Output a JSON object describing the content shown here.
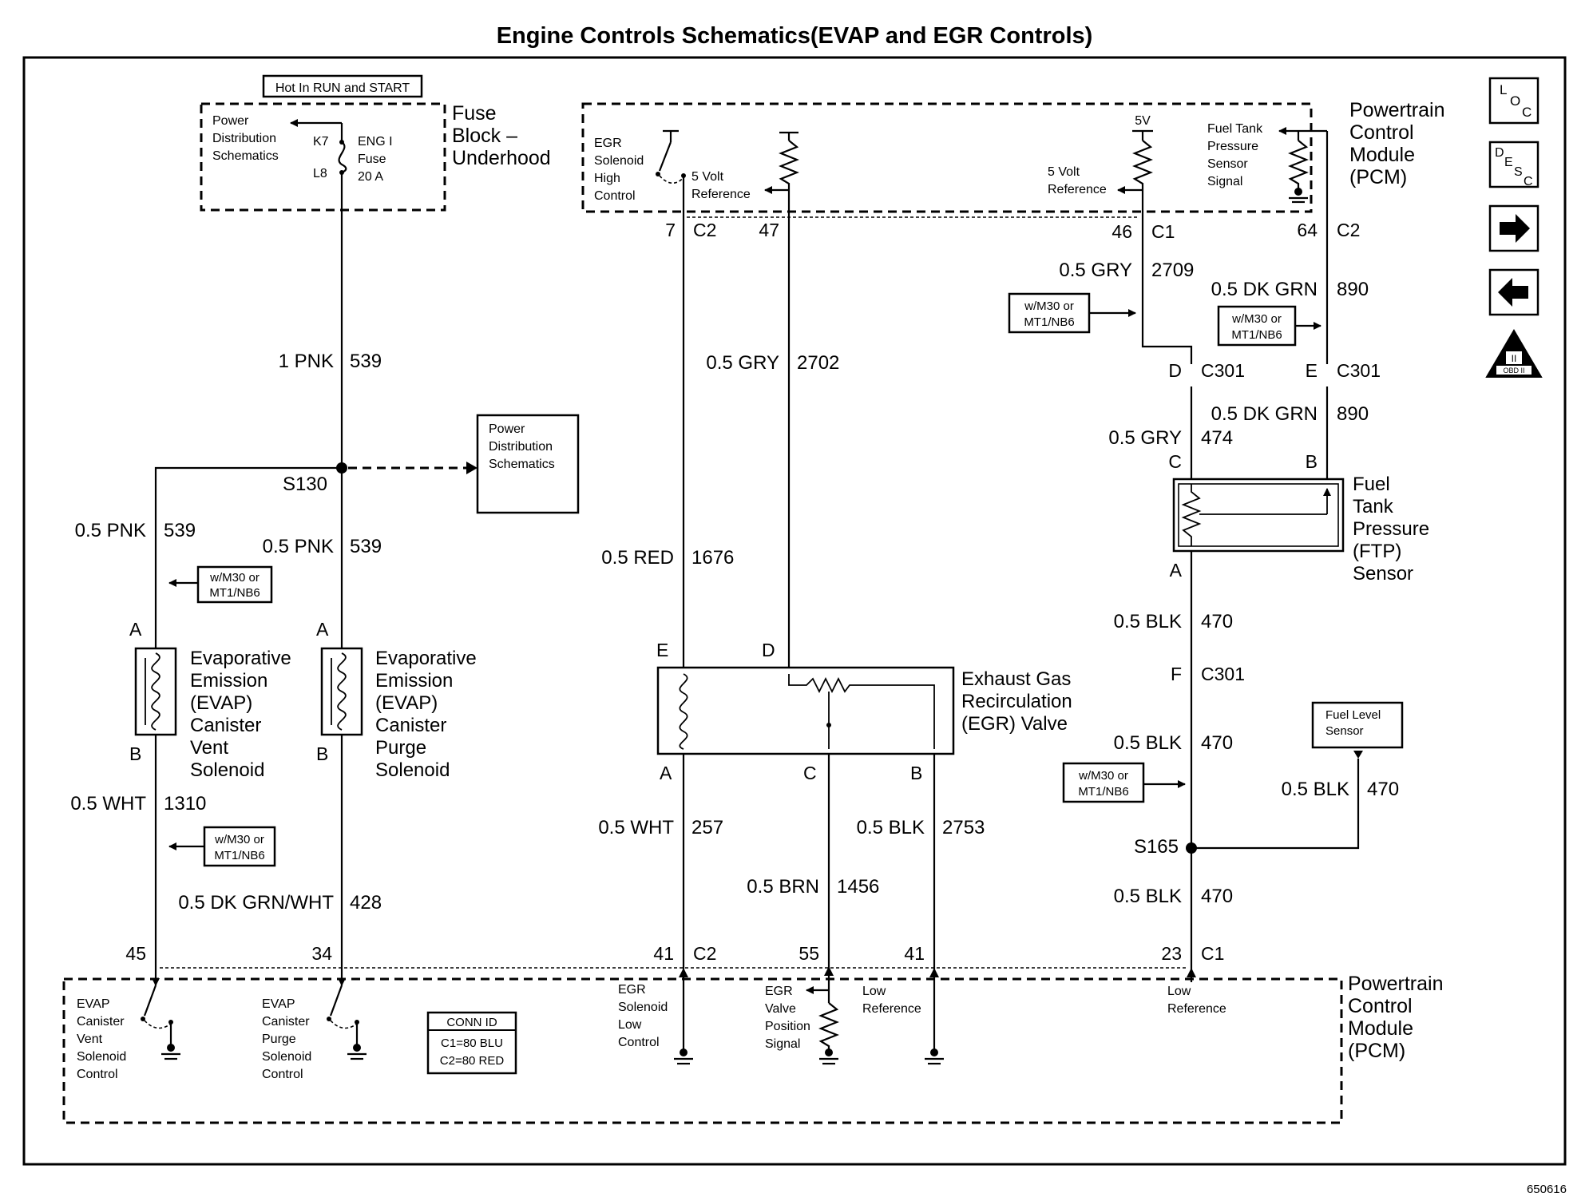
{
  "title": "Engine Controls Schematics(EVAP and EGR Controls)",
  "figure_number": "650616",
  "hot_in": "Hot In RUN and START",
  "fuse_block": {
    "label_lines": [
      "Fuse",
      "Block –",
      "Underhood"
    ],
    "power_dist_lines": [
      "Power",
      "Distribution",
      "Schematics"
    ],
    "pin_in": "K7",
    "pin_out": "L8",
    "fuse_lines": [
      "ENG I",
      "Fuse",
      "20 A"
    ]
  },
  "pcm": {
    "label_lines": [
      "Powertrain",
      "Control",
      "Module",
      "(PCM)"
    ],
    "egr_high_lines": [
      "EGR",
      "Solenoid",
      "High",
      "Control"
    ],
    "five_volt_ref_lines": [
      "5 Volt",
      "Reference"
    ],
    "five_v": "5V",
    "ftp_signal_lines": [
      "Fuel Tank",
      "Pressure",
      "Sensor",
      "Signal"
    ],
    "evap_vent_ctrl_lines": [
      "EVAP",
      "Canister",
      "Vent",
      "Solenoid",
      "Control"
    ],
    "evap_purge_ctrl_lines": [
      "EVAP",
      "Canister",
      "Purge",
      "Solenoid",
      "Control"
    ],
    "egr_low_lines": [
      "EGR",
      "Solenoid",
      "Low",
      "Control"
    ],
    "egr_pos_lines": [
      "EGR",
      "Valve",
      "Position",
      "Signal"
    ],
    "low_ref_lines": [
      "Low",
      "Reference"
    ]
  },
  "conn_id": {
    "title": "CONN ID",
    "c1": "C1=80 BLU",
    "c2": "C2=80 RED"
  },
  "power_dist_box_lines": [
    "Power",
    "Distribution",
    "Schematics"
  ],
  "splices": {
    "s130": "S130",
    "s165": "S165"
  },
  "option_note_lines": [
    "w/M30 or",
    "MT1/NB6"
  ],
  "fuel_level_lines": [
    "Fuel Level",
    "Sensor"
  ],
  "components": {
    "evap_vent_lines": [
      "Evaporative",
      "Emission",
      "(EVAP)",
      "Canister",
      "Vent",
      "Solenoid"
    ],
    "evap_purge_lines": [
      "Evaporative",
      "Emission",
      "(EVAP)",
      "Canister",
      "Purge",
      "Solenoid"
    ],
    "egr_valve_lines": [
      "Exhaust Gas",
      "Recirculation",
      "(EGR) Valve"
    ],
    "ftp_sensor_lines": [
      "Fuel",
      "Tank",
      "Pressure",
      "(FTP)",
      "Sensor"
    ]
  },
  "wires": {
    "pnk_main": {
      "size": "1 PNK",
      "circuit": "539"
    },
    "pnk_vent": {
      "size": "0.5 PNK",
      "circuit": "539"
    },
    "pnk_purge": {
      "size": "0.5 PNK",
      "circuit": "539"
    },
    "wht_1310": {
      "size": "0.5 WHT",
      "circuit": "1310"
    },
    "dkgrnwht_428": {
      "size": "0.5 DK GRN/WHT",
      "circuit": "428"
    },
    "red_1676": {
      "size": "0.5 RED",
      "circuit": "1676"
    },
    "gry_2702": {
      "size": "0.5 GRY",
      "circuit": "2702"
    },
    "wht_257": {
      "size": "0.5 WHT",
      "circuit": "257"
    },
    "brn_1456": {
      "size": "0.5 BRN",
      "circuit": "1456"
    },
    "blk_2753": {
      "size": "0.5 BLK",
      "circuit": "2753"
    },
    "gry_2709": {
      "size": "0.5 GRY",
      "circuit": "2709"
    },
    "dkgrn_890_top": {
      "size": "0.5 DK GRN",
      "circuit": "890"
    },
    "dkgrn_890_mid": {
      "size": "0.5 DK GRN",
      "circuit": "890"
    },
    "gry_474": {
      "size": "0.5 GRY",
      "circuit": "474"
    },
    "blk_470_a": {
      "size": "0.5 BLK",
      "circuit": "470"
    },
    "blk_470_b": {
      "size": "0.5 BLK",
      "circuit": "470"
    },
    "blk_470_fl": {
      "size": "0.5 BLK",
      "circuit": "470"
    },
    "blk_470_c": {
      "size": "0.5 BLK",
      "circuit": "470"
    }
  },
  "pins": {
    "pcm_top": [
      {
        "pin": "7",
        "conn": "C2"
      },
      {
        "pin": "47",
        "conn": ""
      },
      {
        "pin": "46",
        "conn": "C1"
      },
      {
        "pin": "64",
        "conn": "C2"
      }
    ],
    "pcm_bottom": [
      {
        "pin": "45",
        "conn": ""
      },
      {
        "pin": "34",
        "conn": ""
      },
      {
        "pin": "41",
        "conn": "C2"
      },
      {
        "pin": "55",
        "conn": ""
      },
      {
        "pin": "41",
        "conn": ""
      },
      {
        "pin": "23",
        "conn": "C1"
      }
    ],
    "c301_d": {
      "pin": "D",
      "conn": "C301"
    },
    "c301_e": {
      "pin": "E",
      "conn": "C301"
    },
    "c301_f": {
      "pin": "F",
      "conn": "C301"
    },
    "letters": {
      "vent_a": "A",
      "vent_b": "B",
      "purge_a": "A",
      "purge_b": "B",
      "egr_e": "E",
      "egr_d": "D",
      "egr_a": "A",
      "egr_c": "C",
      "egr_b": "B",
      "ftp_c": "C",
      "ftp_b": "B",
      "ftp_a": "A"
    }
  },
  "side_icons": {
    "loc": [
      "L",
      "O",
      "C"
    ],
    "desc": [
      "D",
      "E",
      "S",
      "C"
    ],
    "next": "right-arrow-icon",
    "prev": "left-arrow-icon",
    "obd": [
      "II",
      "OBD II"
    ]
  }
}
